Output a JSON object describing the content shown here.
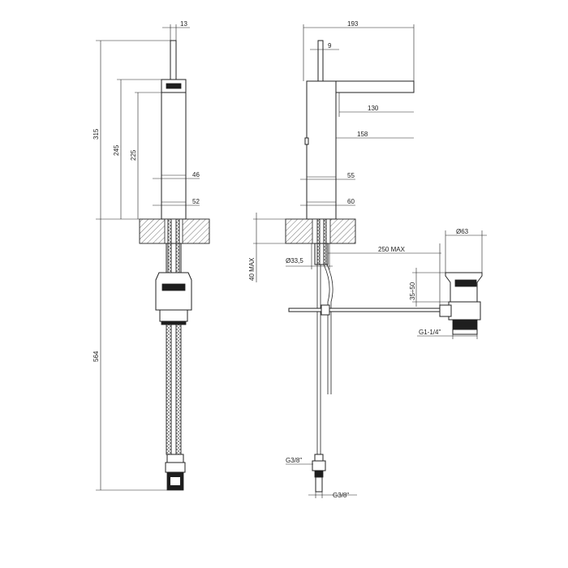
{
  "dimensions": {
    "front": {
      "top_width": "13",
      "overall_height": "315",
      "spout_height": "245",
      "body_height": "225",
      "body_width_upper": "46",
      "body_width_base": "52",
      "hose_length": "564"
    },
    "side": {
      "overall_reach": "193",
      "lever_width": "9",
      "spout_reach": "130",
      "spout_reach_total": "158",
      "body_width_upper": "55",
      "body_width_base": "60",
      "deck_thickness_max": "40 MAX",
      "hole_diameter": "Ø33,5",
      "rod_length_max": "250  MAX",
      "waste_diameter": "Ø63",
      "waste_height": "35÷50",
      "waste_thread": "G1-1/4\"",
      "hose_connection_left": "G3/8\"",
      "hose_connection_bottom": "G3/8\""
    }
  }
}
